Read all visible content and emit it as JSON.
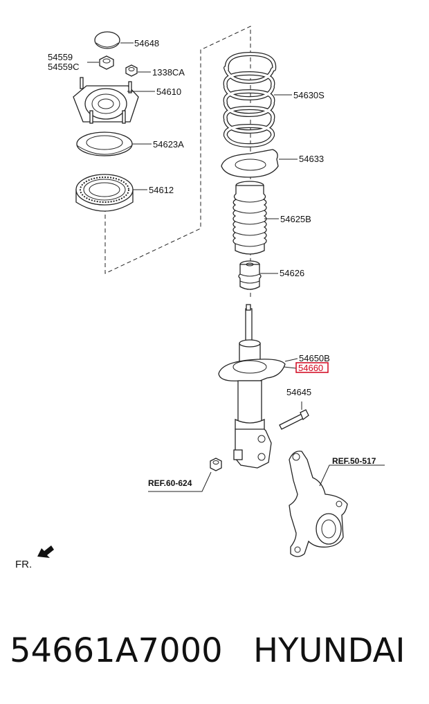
{
  "labels": {
    "p54648": "54648",
    "p54559": "54559",
    "p54559c": "54559C",
    "p1338ca": "1338CA",
    "p54610": "54610",
    "p54630s": "54630S",
    "p54623a": "54623A",
    "p54633": "54633",
    "p54612": "54612",
    "p54625b": "54625B",
    "p54626": "54626",
    "p54650b": "54650B",
    "p54660": "54660",
    "p54645": "54645",
    "ref_right": "REF.50-517",
    "ref_left": "REF.60-624",
    "fr": "FR."
  },
  "highlight_color": "#d0021b",
  "footer": {
    "part_number": "54661A7000",
    "brand": "HYUNDAI"
  }
}
